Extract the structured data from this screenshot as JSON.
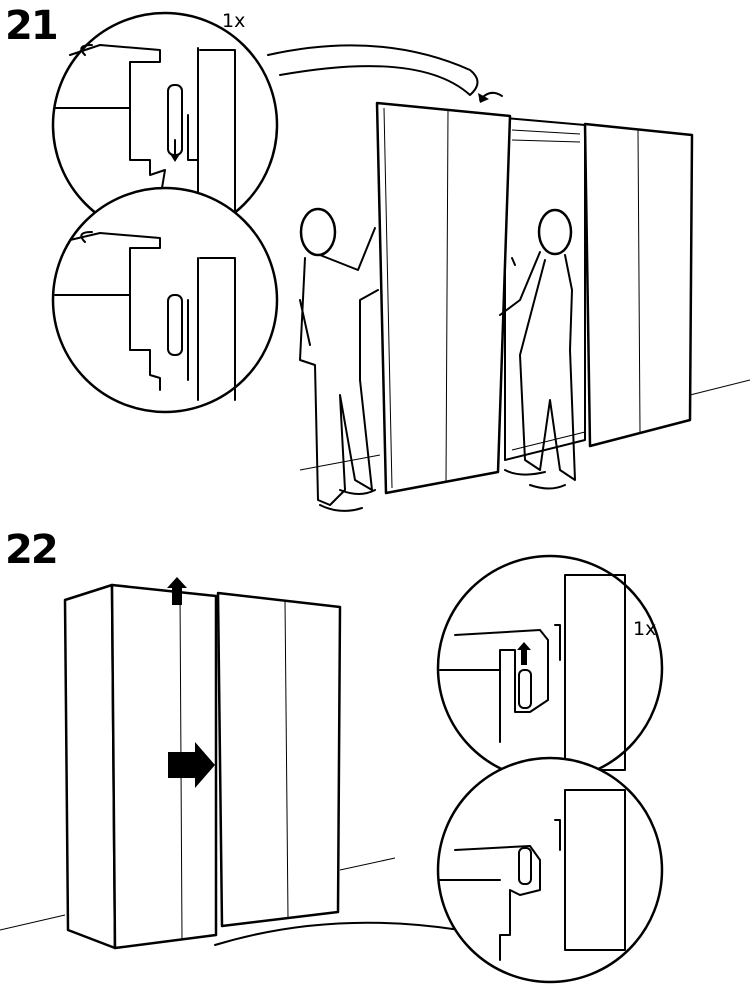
{
  "steps": [
    {
      "number": "21",
      "quantity": "1x"
    },
    {
      "number": "22",
      "quantity": "1x"
    }
  ],
  "colors": {
    "ink": "#000000",
    "paper": "#ffffff"
  },
  "icons": [
    "rotate-arrow-icon",
    "up-arrow-icon",
    "right-arrow-icon",
    "down-arrow-icon"
  ]
}
